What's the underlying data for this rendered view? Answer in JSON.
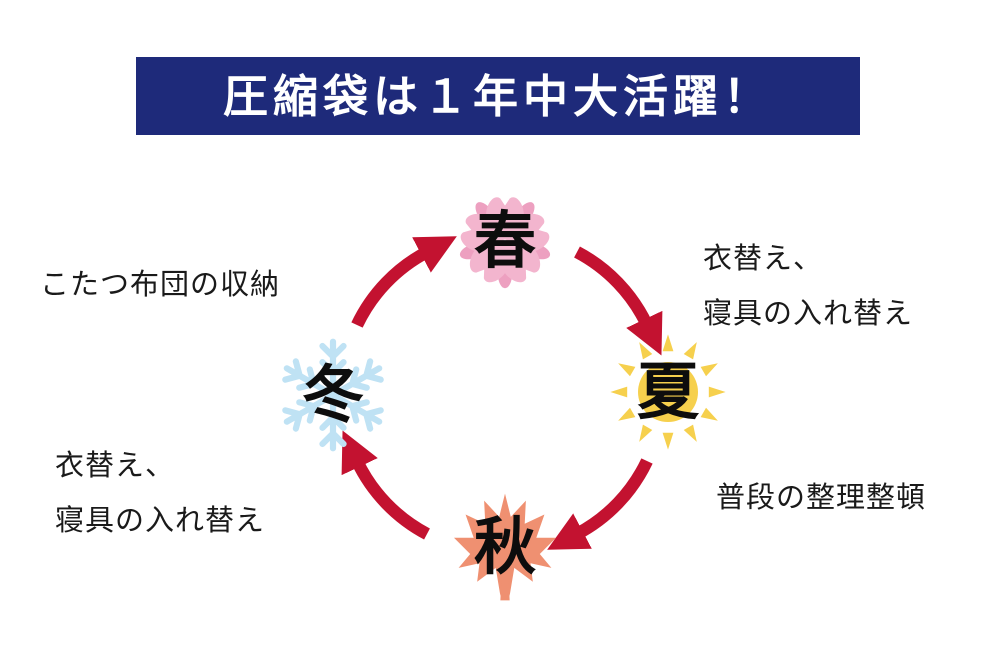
{
  "title": {
    "text": "圧縮袋は１年中大活躍！",
    "bg_color": "#1e2a7a",
    "text_color": "#ffffff"
  },
  "cycle": {
    "arrow_color": "#c31230",
    "seasons": [
      {
        "id": "spring",
        "label": "春",
        "icon": "cherry-blossom-icon",
        "color": "#f3b5ce",
        "accent_color": "#eda0c0"
      },
      {
        "id": "summer",
        "label": "夏",
        "icon": "sun-icon",
        "color": "#f6d04d"
      },
      {
        "id": "autumn",
        "label": "秋",
        "icon": "maple-leaf-icon",
        "color": "#ef9071"
      },
      {
        "id": "winter",
        "label": "冬",
        "icon": "snowflake-icon",
        "color": "#bfe2f4"
      }
    ]
  },
  "annotations": {
    "winter_to_spring": {
      "text": "こたつ布団の収納"
    },
    "spring_to_summer": {
      "lines": [
        "衣替え、",
        "寝具の入れ替え"
      ]
    },
    "summer_to_autumn": {
      "text": "普段の整理整頓"
    },
    "autumn_to_winter": {
      "lines": [
        "衣替え、",
        "寝具の入れ替え"
      ]
    }
  }
}
